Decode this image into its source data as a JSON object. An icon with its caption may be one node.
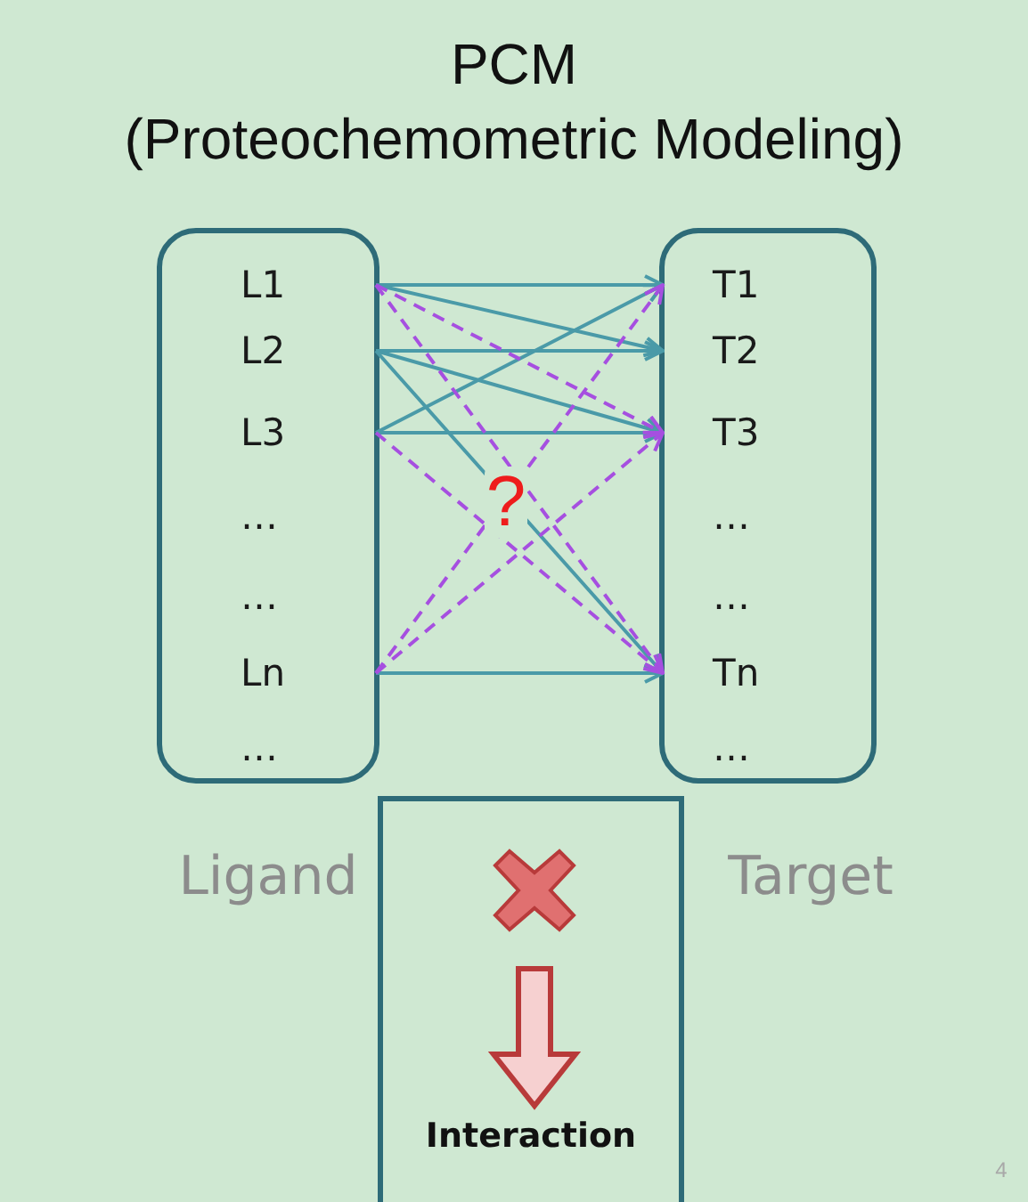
{
  "diagram": {
    "title": "PCM",
    "nodes": [
      {
        "text": [],
        "shape": "box"
      },
      {
        "text": [
          "L1"
        ],
        "in": 0
      },
      {
        "text": [
          "L2"
        ],
        "in": 0
      },
      {
        "text": [
          "L3"
        ],
        "in": 0
      },
      {
        "text": [
          "…"
        ],
        "in": 0
      },
      {
        "text": [
          "…"
        ],
        "in": 0
      },
      {
        "text": [
          "Ln"
        ],
        "in": 0
      },
      {
        "text": [
          "…"
        ],
        "in": 0
      },
      {
        "text": [],
        "shape": "box"
      },
      {
        "text": [
          "T1"
        ],
        "in": 8
      },
      {
        "text": [
          "T2"
        ],
        "in": 8
      },
      {
        "text": [
          "T3"
        ],
        "in": 8
      },
      {
        "text": [
          "…"
        ],
        "in": 8
      },
      {
        "text": [
          "…"
        ],
        "in": 8
      },
      {
        "text": [
          "Tn"
        ],
        "in": 8
      },
      {
        "text": [
          "…"
        ],
        "in": 8
      },
      {
        "text": [
          "Interaction"
        ]
      }
    ],
    "edges": [
      {
        "from": 1,
        "to": 9,
        "arrow": "to"
      },
      {
        "from": 1,
        "to": 10,
        "arrow": "to"
      },
      {
        "from": 2,
        "to": 10,
        "arrow": "to"
      },
      {
        "from": 2,
        "to": 11,
        "arrow": "to"
      },
      {
        "from": 2,
        "to": 14,
        "arrow": "to"
      },
      {
        "from": 3,
        "to": 9,
        "arrow": "to"
      },
      {
        "from": 3,
        "to": 11,
        "arrow": "to"
      },
      {
        "from": 6,
        "to": 14,
        "arrow": "to"
      },
      {
        "from": 1,
        "to": 11,
        "arrow": "to",
        "style": "dashed",
        "color": "#a64fe0"
      },
      {
        "from": 1,
        "to": 14,
        "arrow": "to",
        "style": "dashed",
        "color": "#a64fe0"
      },
      {
        "from": 3,
        "to": 14,
        "arrow": "to",
        "style": "dashed",
        "color": "#a64fe0"
      },
      {
        "from": 6,
        "to": 9,
        "arrow": "to",
        "style": "dashed",
        "color": "#a64fe0"
      },
      {
        "from": 6,
        "to": 11,
        "arrow": "to",
        "style": "dashed",
        "color": "#a64fe0"
      }
    ],
    "labels": [
      "(Proteochemometric Modeling)",
      "?",
      "Ligand",
      "Target",
      "4"
    ]
  }
}
